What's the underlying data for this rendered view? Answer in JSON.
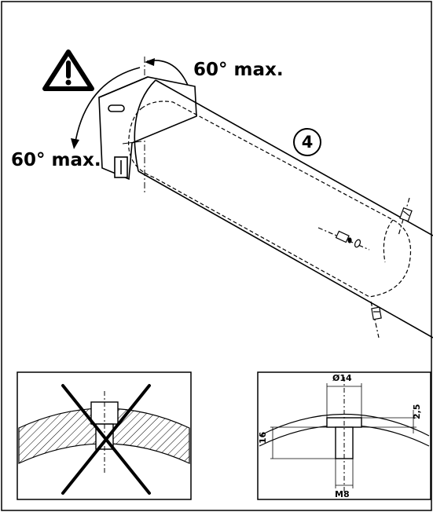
{
  "diagram": {
    "warning_icon": "warning-triangle-icon",
    "rotation_limit_top": "60° max.",
    "rotation_limit_left": "60° max.",
    "step_number": "4"
  },
  "detail_wrong": {
    "status": "incorrect",
    "icon": "cross-mark-icon"
  },
  "detail_correct": {
    "diameter_label": "Ø14",
    "thread_label": "M8",
    "head_height_label": "2,5",
    "length_label": "16"
  }
}
